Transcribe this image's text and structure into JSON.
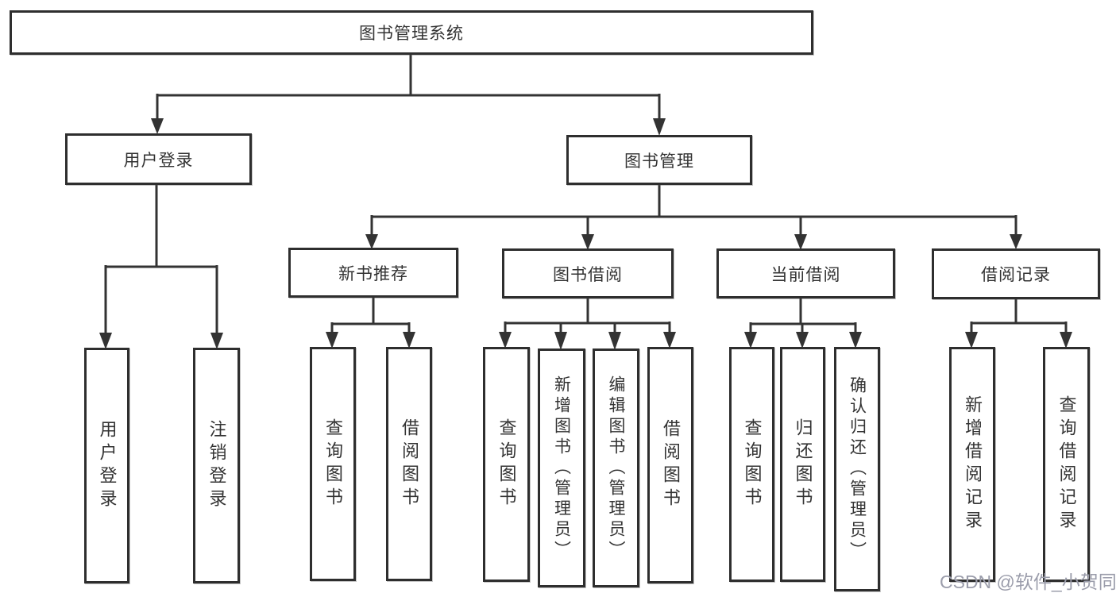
{
  "diagram": {
    "root": "图书管理系统",
    "level2": [
      "用户登录",
      "图书管理"
    ],
    "level3": [
      "新书推荐",
      "图书借阅",
      "当前借阅",
      "借阅记录"
    ],
    "leaves_login": [
      "用户登录",
      "注销登录"
    ],
    "leaves_new_book": [
      "查询图书",
      "借阅图书"
    ],
    "leaves_book_borrow": [
      "查询图书",
      "新增图书（管理员）",
      "编辑图书（管理员）",
      "借阅图书"
    ],
    "leaves_current_borrow": [
      "查询图书",
      "归还图书",
      "确认归还（管理员）"
    ],
    "leaves_borrow_records": [
      "新增借阅记录",
      "查询借阅记录"
    ]
  },
  "watermark": "CSDN @软件_小贺同学",
  "colors": {
    "line": "#333333",
    "box_border": "#2e2e2e",
    "text": "#333333",
    "watermark": "#9b9dab",
    "background": "#ffffff"
  }
}
